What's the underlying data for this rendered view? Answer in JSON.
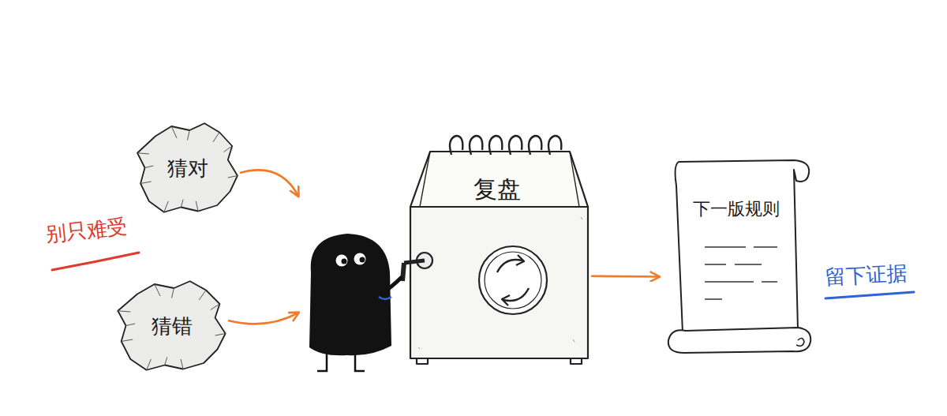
{
  "diagram": {
    "nodes": [
      {
        "text": [
          "猜对"
        ]
      },
      {
        "text": [
          "猜错"
        ]
      },
      {
        "text": [
          "复盘"
        ]
      },
      {
        "text": [
          "下一版规则"
        ]
      }
    ],
    "edges": [
      {
        "from": 0,
        "to": 2,
        "arrow": "to"
      },
      {
        "from": 1,
        "to": 2,
        "arrow": "to"
      },
      {
        "from": 2,
        "to": 3,
        "arrow": "to"
      }
    ],
    "labels": [
      "别只难受",
      "留下证据"
    ]
  }
}
